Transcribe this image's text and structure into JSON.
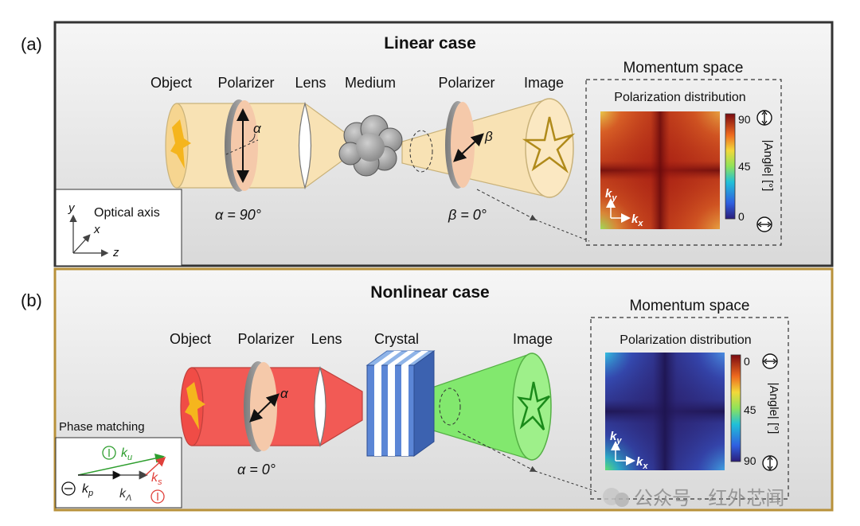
{
  "panel_a": {
    "label": "(a)",
    "title": "Linear case",
    "components": [
      "Object",
      "Polarizer",
      "Lens",
      "Medium",
      "Polarizer",
      "Image"
    ],
    "alpha_symbol": "α",
    "beta_symbol": "β",
    "alpha_value": "α = 90°",
    "beta_value": "β = 0°",
    "axes": {
      "y": "y",
      "x": "x",
      "z": "z",
      "caption": "Optical axis"
    },
    "momentum": {
      "title": "Momentum space",
      "subtitle": "Polarization distribution",
      "kx": "k",
      "kx_sub": "x",
      "ky": "k",
      "ky_sub": "y",
      "colorbar": {
        "top": "90",
        "mid": "45",
        "bottom": "0",
        "label": "|Angle| [°]"
      }
    }
  },
  "panel_b": {
    "label": "(b)",
    "title": "Nonlinear case",
    "components": [
      "Object",
      "Polarizer",
      "Lens",
      "Crystal",
      "Image"
    ],
    "alpha_symbol": "α",
    "alpha_value": "α = 0°",
    "phase": {
      "title": "Phase matching",
      "ku": "k",
      "ku_sub": "u",
      "ks": "k",
      "ks_sub": "s",
      "kp": "k",
      "kp_sub": "p",
      "kl": "k",
      "kl_sub": "Λ"
    },
    "momentum": {
      "title": "Momentum space",
      "subtitle": "Polarization distribution",
      "kx": "k",
      "kx_sub": "x",
      "ky": "k",
      "ky_sub": "y",
      "colorbar": {
        "top": "0",
        "mid": "45",
        "bottom": "90",
        "label": "|Angle| [°]"
      }
    }
  },
  "watermark": "公众号 · 红外芯闻",
  "colors": {
    "panel_a_border": "#333333",
    "panel_b_border": "#b8913a",
    "beam_linear": "#f8e2b4",
    "beam_pump": "#f25a55",
    "beam_signal": "#82e86e",
    "star": "#f5b51d"
  }
}
